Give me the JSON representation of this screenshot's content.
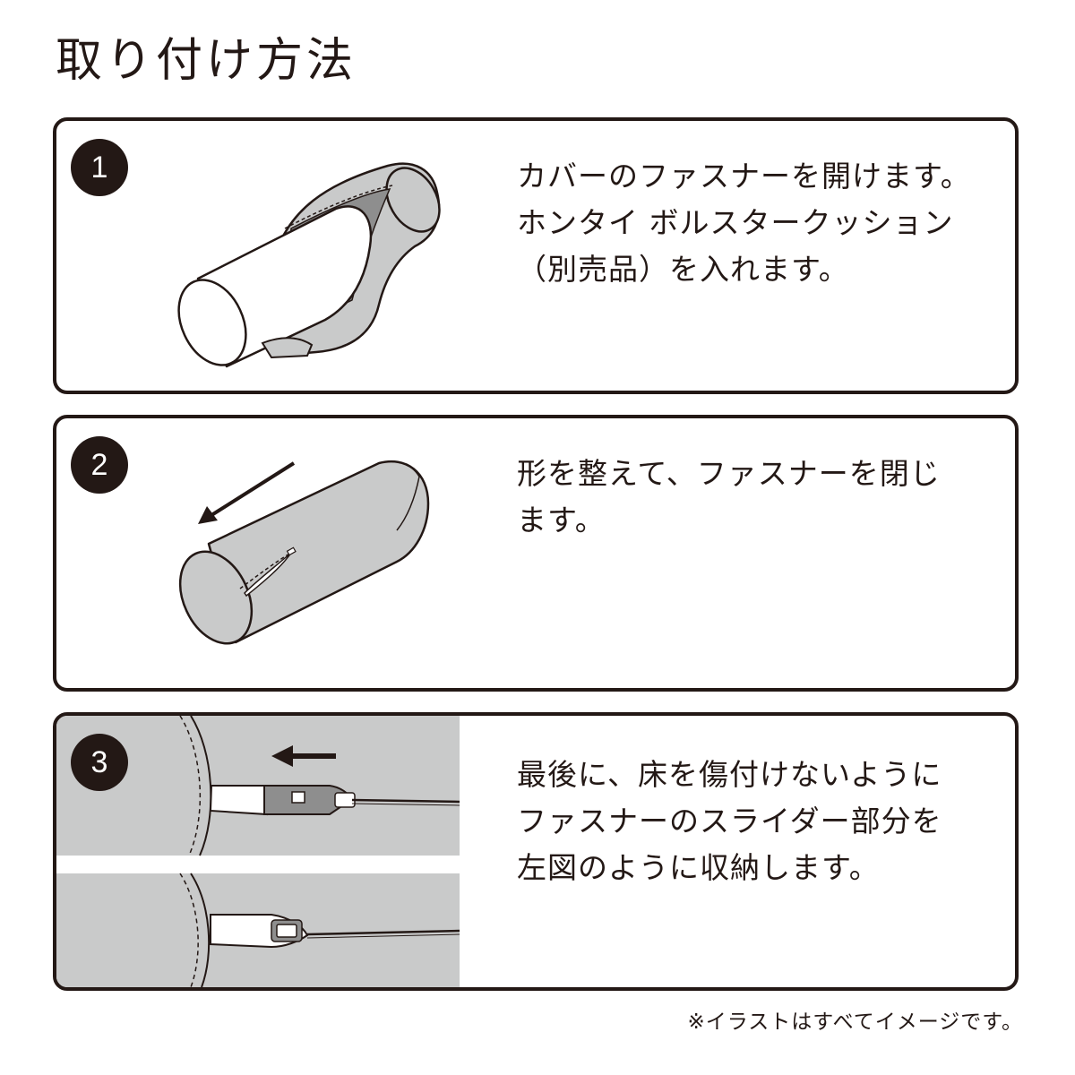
{
  "page": {
    "title": "取り付け方法",
    "footnote": "※イラストはすべてイメージです。"
  },
  "steps": [
    {
      "number": "1",
      "text": "カバーのファスナーを開けます。\nホンタイ ボルスタークッション\n（別売品）を入れます。",
      "illustration": "bolster-insert-illustration"
    },
    {
      "number": "2",
      "text": "形を整えて、ファスナーを閉じ\nます。",
      "illustration": "zipper-close-illustration"
    },
    {
      "number": "3",
      "text": "最後に、床を傷付けないように\nファスナーのスライダー部分を\n左図のように収納します。",
      "illustration": "slider-store-illustration"
    }
  ],
  "colors": {
    "ink": "#231815",
    "cover_gray": "#c9caca",
    "panel_gray": "#c9caca",
    "background": "#ffffff"
  }
}
